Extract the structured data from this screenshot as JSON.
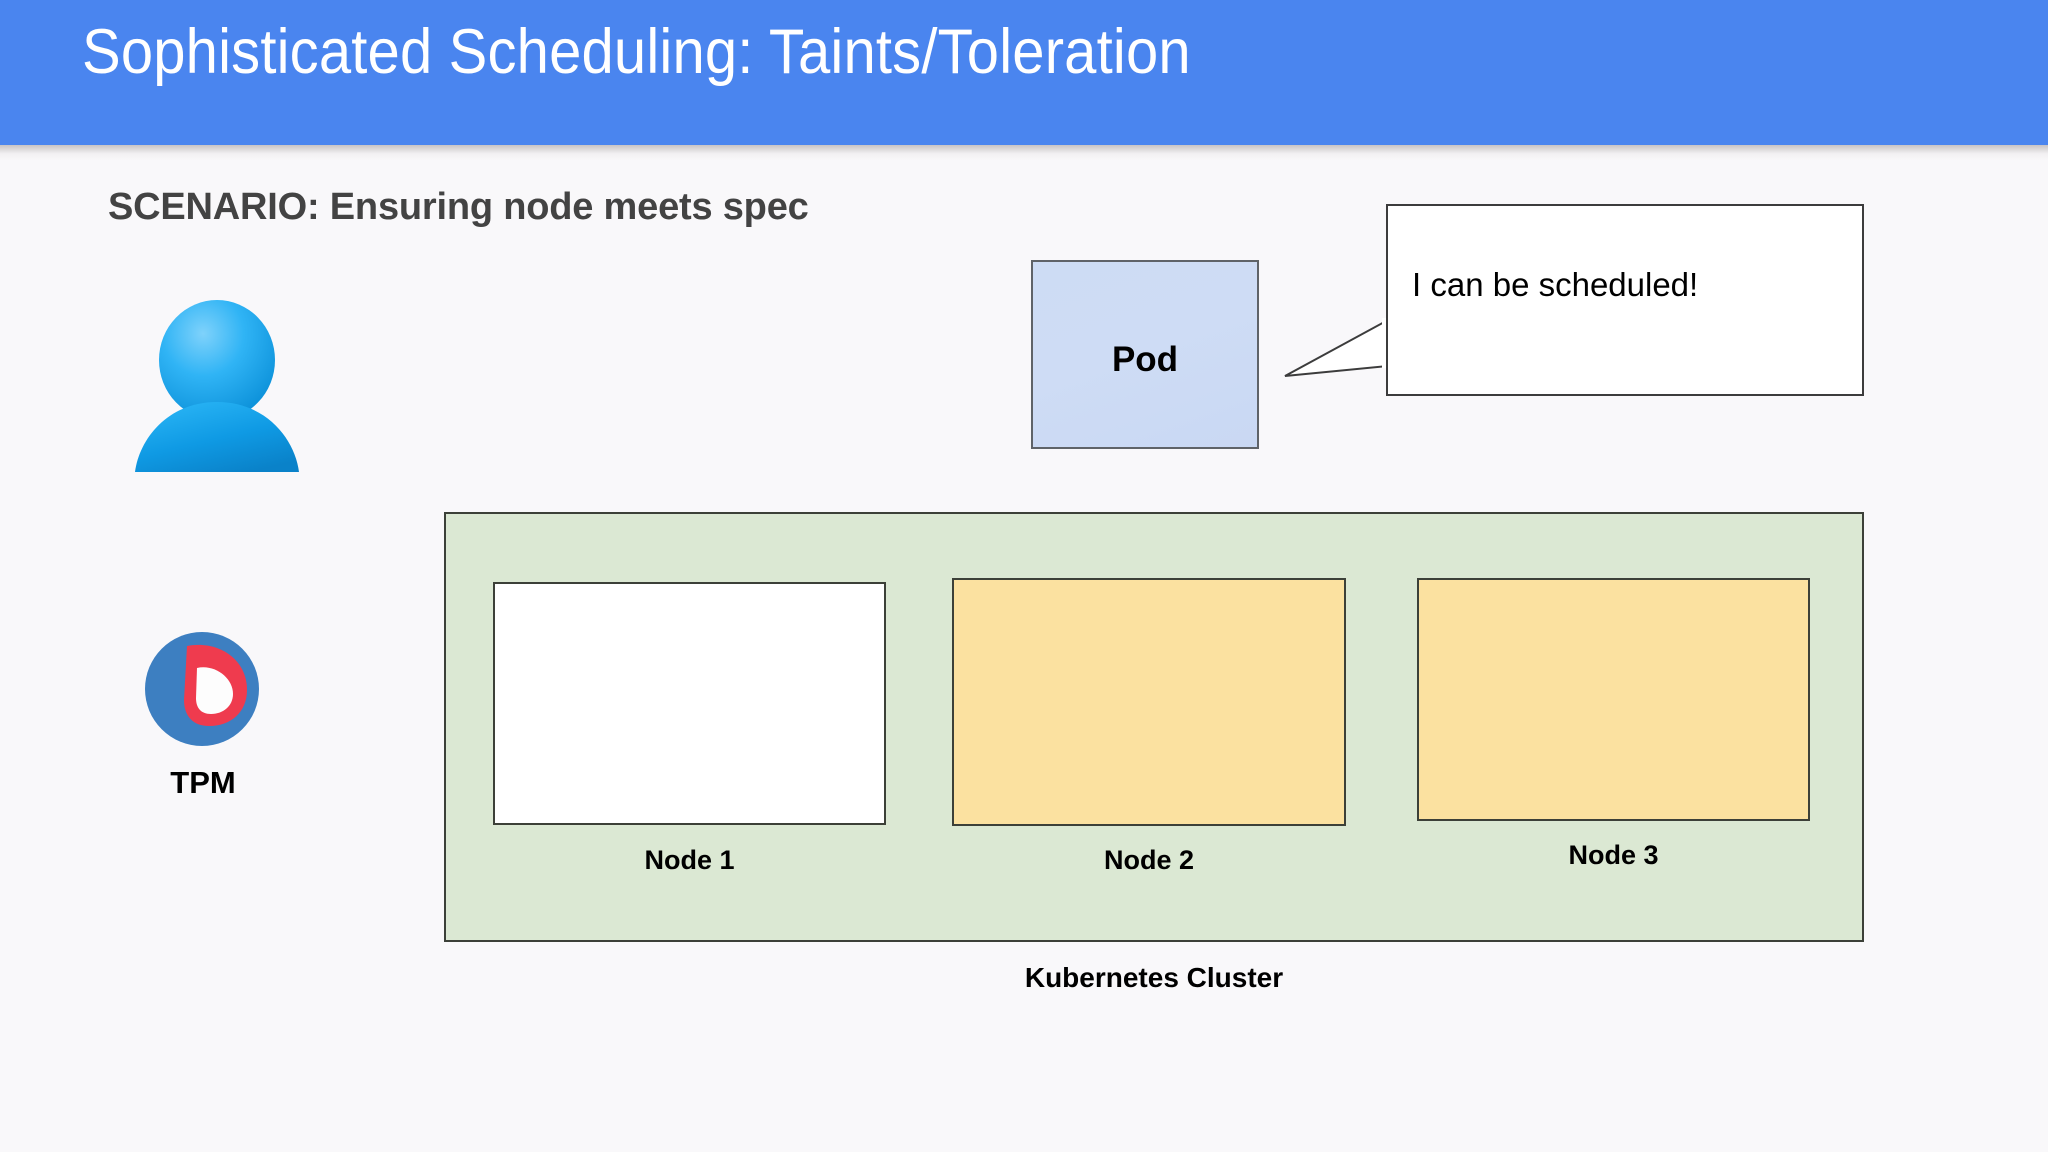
{
  "title_bar": {
    "title": "Sophisticated Scheduling: Taints/Toleration",
    "background_color": "#4a85ef",
    "text_color": "#ffffff"
  },
  "slide": {
    "background_color": "#f9f8fa",
    "scenario_text": "SCENARIO: Ensuring node meets spec"
  },
  "actors": {
    "user_icon_name": "user-person-icon",
    "user_icon_color": "#1aa0ee",
    "tpm_icon_name": "tpm-logo-icon",
    "tpm_label": "TPM",
    "tpm_icon_circle_color": "#3d7fc1",
    "tpm_icon_accent_color": "#ef3b4e",
    "tpm_icon_inner_color": "#ffffff"
  },
  "pod": {
    "label": "Pod",
    "fill_color": "#cedcf5",
    "border_color": "#5f6368"
  },
  "speech_bubble": {
    "text": "I can be scheduled!",
    "fill_color": "#ffffff",
    "border_color": "#3c3c3c"
  },
  "cluster": {
    "label": "Kubernetes Cluster",
    "fill_color": "#dbe8d3",
    "border_color": "#3c4038",
    "nodes": [
      {
        "label": "Node 1",
        "fill_color": "#ffffff",
        "border_color": "#3c4038",
        "state": "available"
      },
      {
        "label": "Node 2",
        "fill_color": "#fbe1a0",
        "border_color": "#3c4038",
        "state": "tainted"
      },
      {
        "label": "Node 3",
        "fill_color": "#fbe1a0",
        "border_color": "#3c4038",
        "state": "tainted"
      }
    ]
  }
}
